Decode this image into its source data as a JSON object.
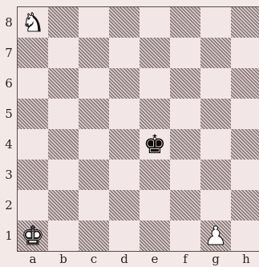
{
  "board": {
    "files": [
      "a",
      "b",
      "c",
      "d",
      "e",
      "f",
      "g",
      "h"
    ],
    "ranks": [
      "8",
      "7",
      "6",
      "5",
      "4",
      "3",
      "2",
      "1"
    ],
    "colors": {
      "light": "#f3e6e6",
      "dark_hatch": "#6f6363"
    },
    "pieces": [
      {
        "square": "a8",
        "piece": "knight",
        "color": "white",
        "glyph": "♞"
      },
      {
        "square": "e4",
        "piece": "king",
        "color": "black",
        "glyph": "♚"
      },
      {
        "square": "a1",
        "piece": "king",
        "color": "white",
        "glyph": "♚"
      },
      {
        "square": "g1",
        "piece": "pawn",
        "color": "white",
        "glyph": "♟"
      }
    ]
  }
}
